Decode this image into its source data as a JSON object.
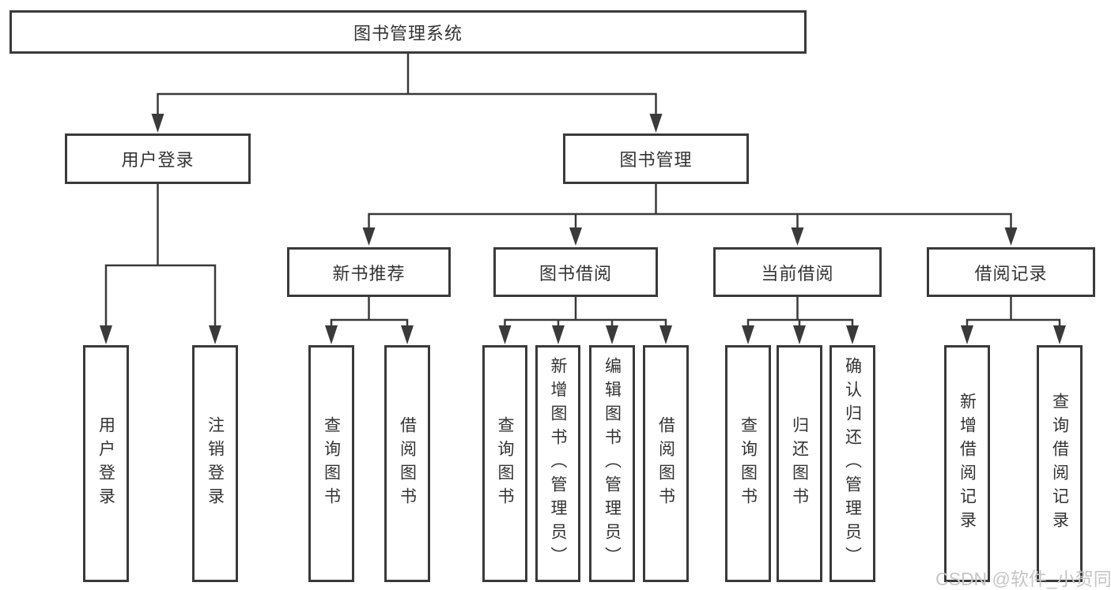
{
  "diagram": {
    "root": {
      "label": "图书管理系统",
      "children": [
        {
          "label": "用户登录",
          "children": [
            {
              "label": "用户登录"
            },
            {
              "label": "注销登录"
            }
          ]
        },
        {
          "label": "图书管理",
          "children": [
            {
              "label": "新书推荐",
              "children": [
                {
                  "label": "查询图书"
                },
                {
                  "label": "借阅图书"
                }
              ]
            },
            {
              "label": "图书借阅",
              "children": [
                {
                  "label": "查询图书"
                },
                {
                  "label": "新增图书（管理员）"
                },
                {
                  "label": "编辑图书（管理员）"
                },
                {
                  "label": "借阅图书"
                }
              ]
            },
            {
              "label": "当前借阅",
              "children": [
                {
                  "label": "查询图书"
                },
                {
                  "label": "归还图书"
                },
                {
                  "label": "确认归还（管理员）"
                }
              ]
            },
            {
              "label": "借阅记录",
              "children": [
                {
                  "label": "新增借阅记录"
                },
                {
                  "label": "查询借阅记录"
                }
              ]
            }
          ]
        }
      ]
    }
  },
  "watermark": {
    "text": "CSDN @软件_小贺同学"
  },
  "colors": {
    "line": "#3a3a3a",
    "text": "#333333",
    "background": "#ffffff",
    "watermark": "#c6c6c6"
  }
}
